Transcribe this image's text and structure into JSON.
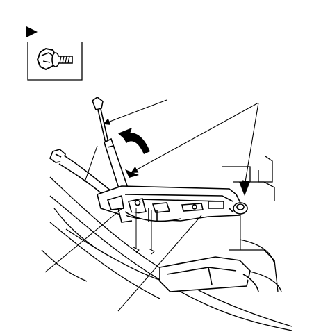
{
  "diagram": {
    "type": "mechanical-service-illustration",
    "legend": {
      "marker": "triangle-pointer",
      "part": "flange-bolt"
    },
    "callout_arrows": 4,
    "callout_leader_lines": 3,
    "colors": {
      "line": "#000000",
      "background": "#ffffff"
    }
  }
}
